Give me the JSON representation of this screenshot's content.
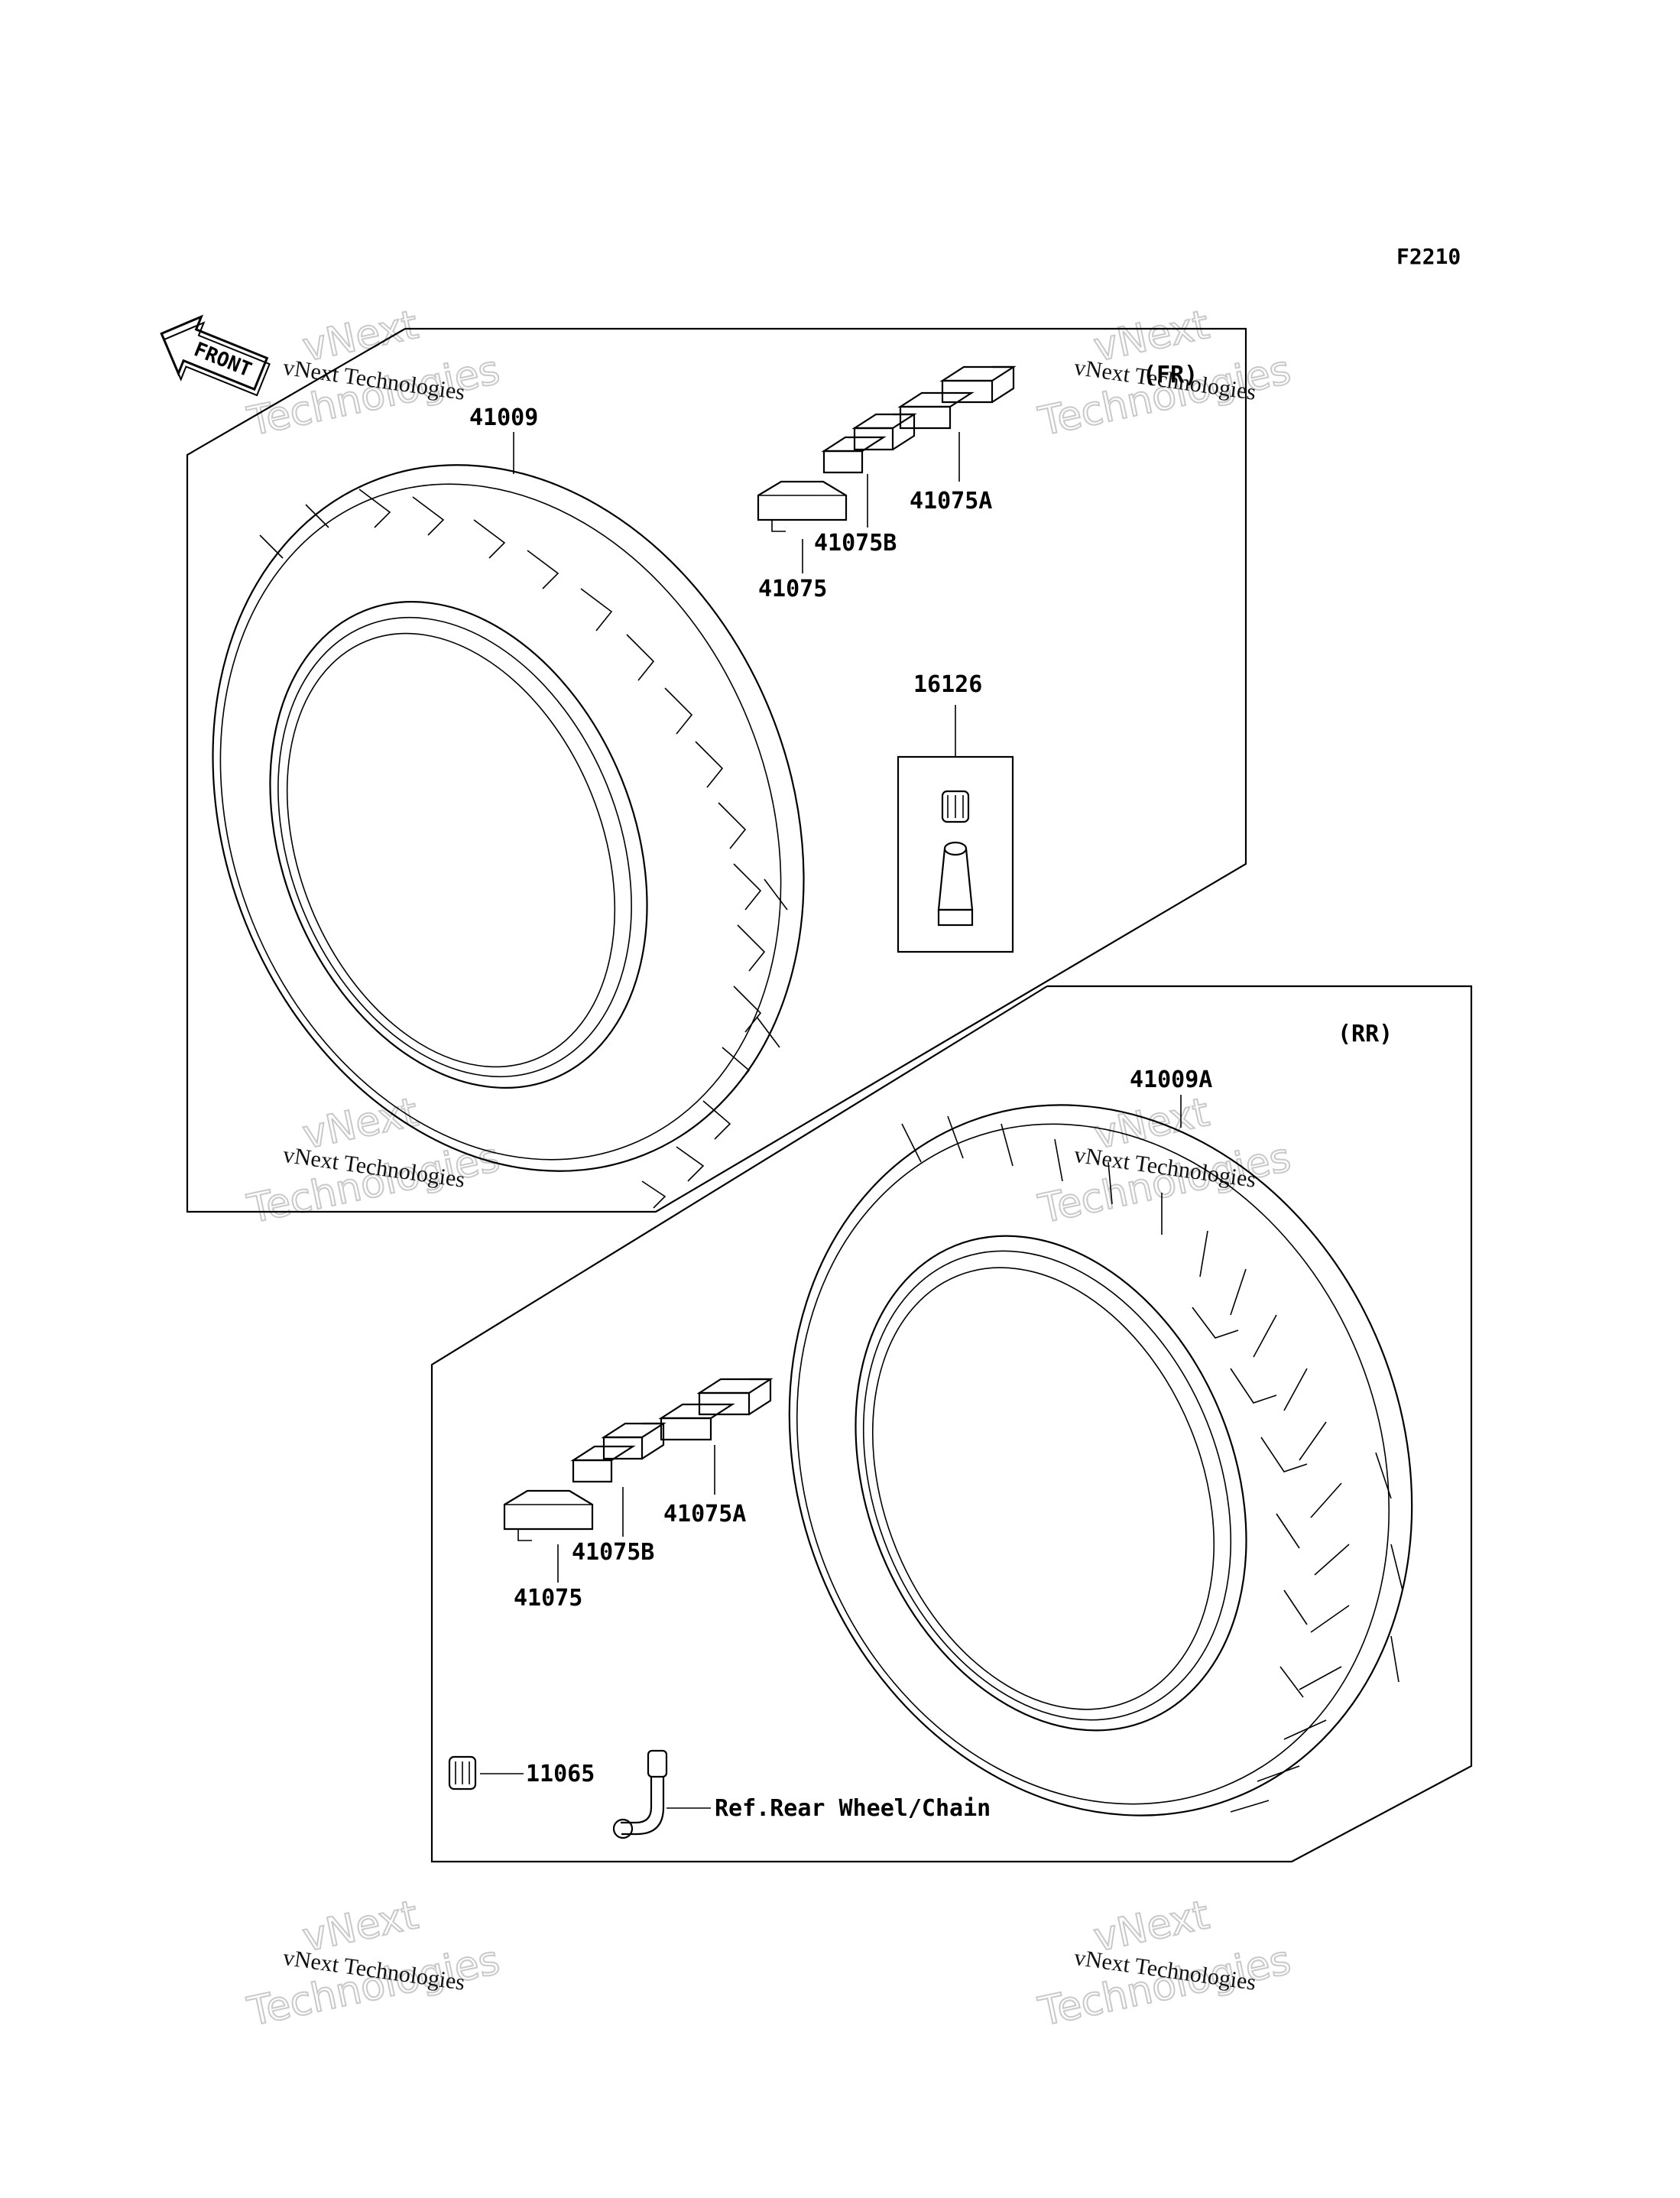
{
  "diagram_code": "F2210",
  "front_arrow_label": "FRONT",
  "sections": {
    "front": {
      "tag": "(FR)"
    },
    "rear": {
      "tag": "(RR)"
    }
  },
  "parts": {
    "front_tire": "41009",
    "front_weight": "41075",
    "front_weight_b": "41075B",
    "front_weight_a": "41075A",
    "front_valve": "16126",
    "rear_tire": "41009A",
    "rear_weight": "41075",
    "rear_weight_b": "41075B",
    "rear_weight_a": "41075A",
    "rear_valve_cap": "11065",
    "rear_valve_ref": "Ref.Rear Wheel/Chain"
  },
  "watermark": {
    "line1": "vNext Technologies",
    "big_a": "vNext",
    "big_b": "Technologies"
  }
}
